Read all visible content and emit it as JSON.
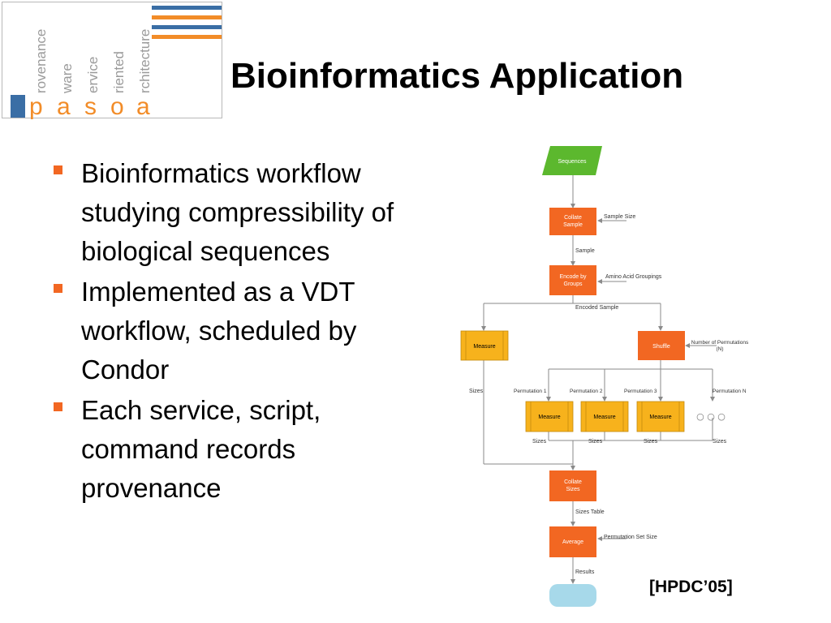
{
  "logo": {
    "words": [
      "rovenance",
      "ware",
      "ervice",
      "riented",
      "rchitecture"
    ],
    "acronym_letters": [
      "p",
      "a",
      "s",
      "o",
      "a"
    ],
    "colors": {
      "blue": "#3a6ea5",
      "orange": "#f28c28",
      "gray": "#9a9a9a"
    }
  },
  "slide": {
    "title": "Bioinformatics Application",
    "bullets": [
      "Bioinformatics workflow studying compressibility of biological sequences",
      "Implemented as a VDT workflow, scheduled by Condor",
      "Each service, script, command records provenance"
    ],
    "citation": "[HPDC’05]",
    "bullet_color": "#f26722"
  },
  "workflow": {
    "colors": {
      "input": "#5cb82e",
      "process": "#f26722",
      "measure": "#f7b21c",
      "output": "#a7d9ea",
      "arrow": "#8a8a8a"
    },
    "nodes": {
      "sequences": "Sequences",
      "collate_sample": [
        "Collate",
        "Sample"
      ],
      "encode": [
        "Encode by",
        "Groups"
      ],
      "measure_main": "Measure",
      "shuffle": "Shuffle",
      "measure_1": "Measure",
      "measure_2": "Measure",
      "measure_3": "Measure",
      "ellipsis": "○ ○ ○",
      "collate_sizes": [
        "Collate",
        "Sizes"
      ],
      "average": "Average"
    },
    "labels": {
      "sample_size": "Sample Size",
      "sample": "Sample",
      "amino_acid_groupings": "Amino Acid Groupings",
      "encoded_sample": "Encoded Sample",
      "number_of_permutations": [
        "Number of Permutations",
        "(N)"
      ],
      "sizes_main": "Sizes",
      "permutation_1": "Permutation 1",
      "permutation_2": "Permutation 2",
      "permutation_3": "Permutation 3",
      "permutation_n": "Permutation N",
      "sizes_1": "Sizes",
      "sizes_2": "Sizes",
      "sizes_3": "Sizes",
      "sizes_n": "Sizes",
      "sizes_table": "Sizes Table",
      "permutation_set_size": "Permutation Set Size",
      "results": "Results"
    }
  }
}
